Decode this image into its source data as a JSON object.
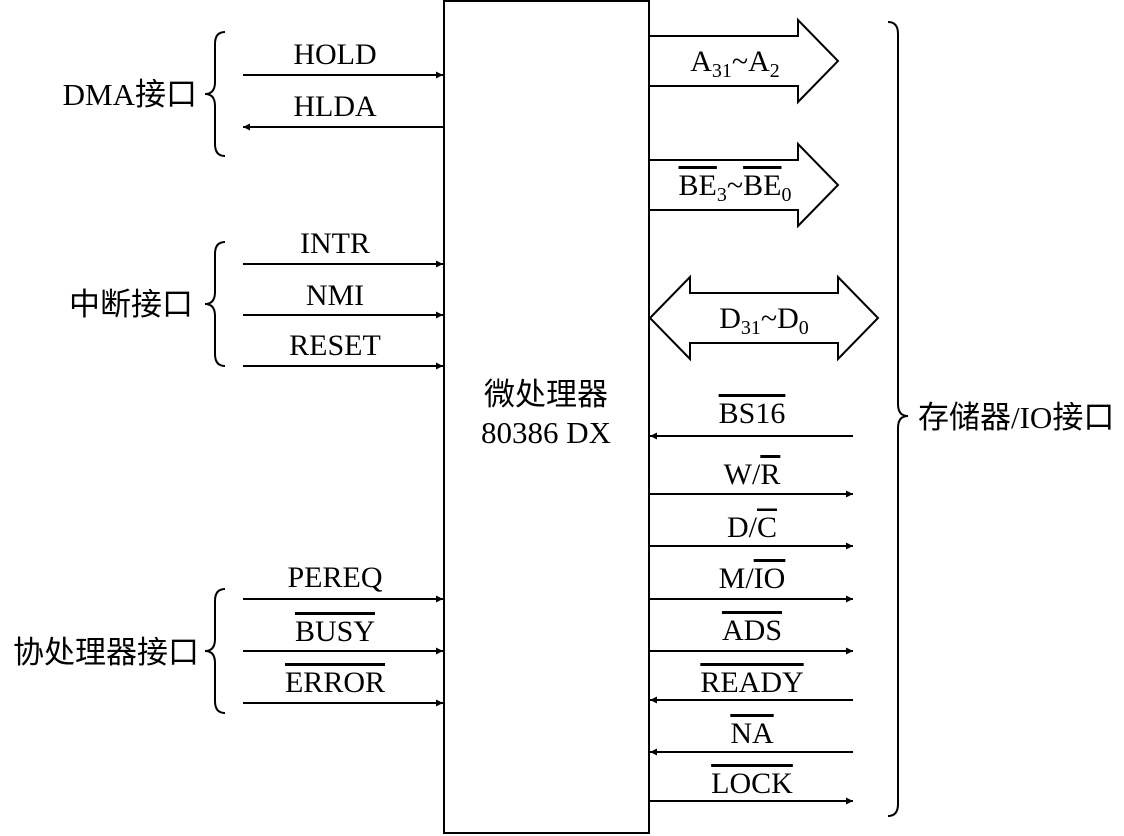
{
  "processor": {
    "line1": "微处理器",
    "line2": "80386 DX"
  },
  "groups": {
    "dma": "DMA接口",
    "interrupt": "中断接口",
    "coprocessor": "协处理器接口",
    "memory_io": "存储器/IO接口"
  },
  "left_signals": {
    "hold": "HOLD",
    "hlda": "HLDA",
    "intr": "INTR",
    "nmi": "NMI",
    "reset": "RESET",
    "pereq": "PEREQ",
    "busy": "BUSY",
    "error": "ERROR"
  },
  "buses": {
    "address": {
      "base1": "A",
      "sub1": "31",
      "sep": "~",
      "base2": "A",
      "sub2": "2"
    },
    "byte_enable": {
      "base1": "BE",
      "sub1": "3",
      "sep": "~",
      "base2": "BE",
      "sub2": "0"
    },
    "data": {
      "base1": "D",
      "sub1": "31",
      "sep": "~",
      "base2": "D",
      "sub2": "0"
    }
  },
  "right_signals": {
    "bs16": "BS16",
    "wr_w": "W/",
    "wr_r": "R",
    "dc_d": "D/",
    "dc_c": "C",
    "mio_m": "M/",
    "mio_io": "IO",
    "ads": "ADS",
    "ready": "READY",
    "na": "NA",
    "lock": "LOCK"
  }
}
